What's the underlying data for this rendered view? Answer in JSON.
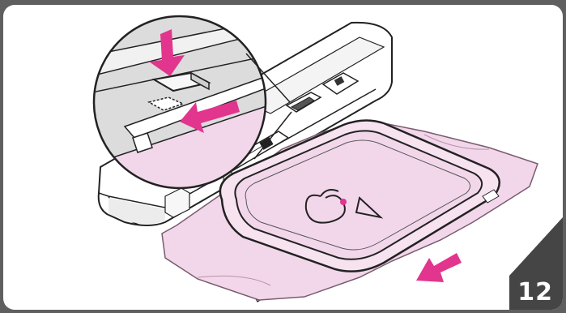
{
  "step": {
    "number": "12"
  },
  "colors": {
    "background": "#5f5f5f",
    "panel": "#ffffff",
    "corner": "#454545",
    "fabric": "#f2d7ea",
    "arrow": "#e2358d",
    "outline": "#222222",
    "machine_shadow": "#d9d9d9"
  },
  "icons": {
    "magnifier": "zoom-detail-circle",
    "push_arrow": "down-arrow",
    "slide_arrows": "left-arrow"
  }
}
